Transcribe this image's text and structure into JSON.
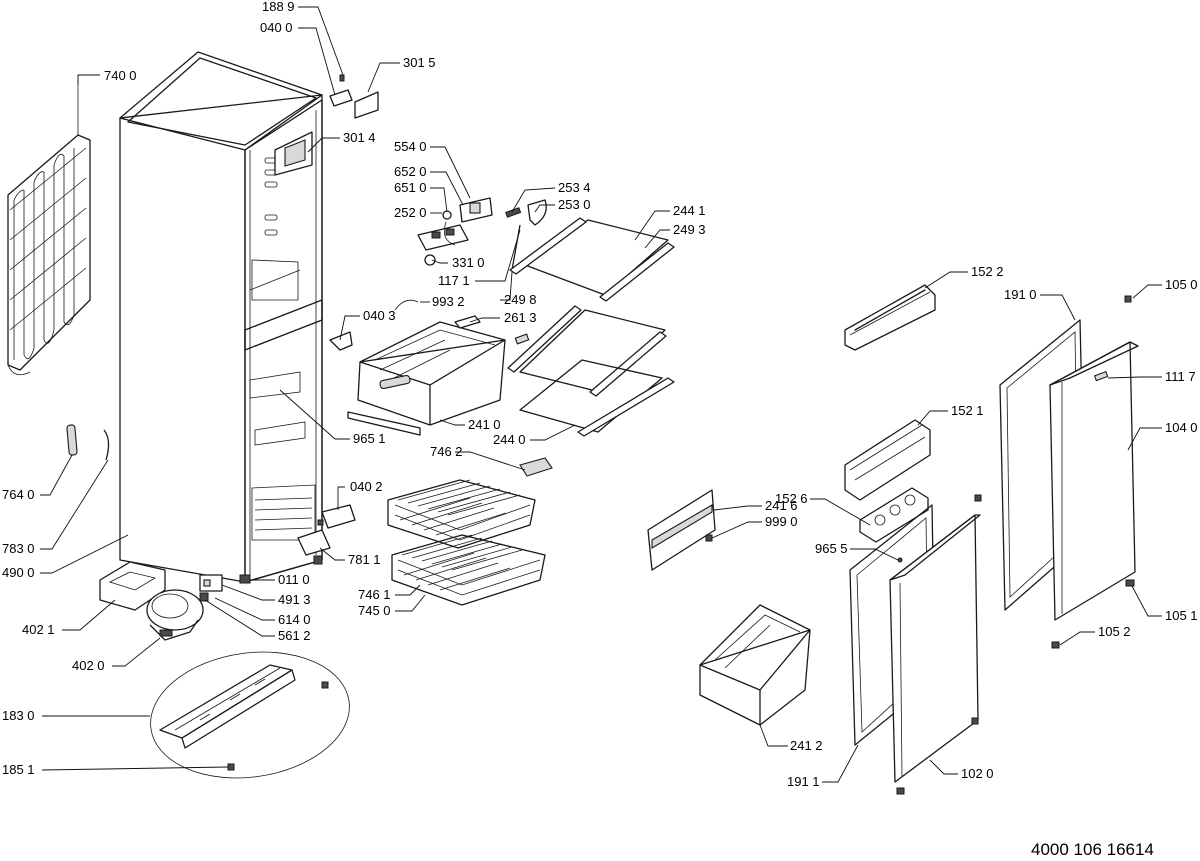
{
  "document_number": "4000 106 16614",
  "callouts": [
    {
      "id": "188-9",
      "label": "188 9"
    },
    {
      "id": "040-0",
      "label": "040 0"
    },
    {
      "id": "301-5",
      "label": "301 5"
    },
    {
      "id": "740-0",
      "label": "740 0"
    },
    {
      "id": "301-4",
      "label": "301 4"
    },
    {
      "id": "554-0",
      "label": "554 0"
    },
    {
      "id": "652-0",
      "label": "652 0"
    },
    {
      "id": "651-0",
      "label": "651 0"
    },
    {
      "id": "253-4",
      "label": "253 4"
    },
    {
      "id": "253-0",
      "label": "253 0"
    },
    {
      "id": "252-0",
      "label": "252 0"
    },
    {
      "id": "244-1",
      "label": "244 1"
    },
    {
      "id": "249-3",
      "label": "249 3"
    },
    {
      "id": "331-0",
      "label": "331 0"
    },
    {
      "id": "117-1",
      "label": "117 1"
    },
    {
      "id": "249-8",
      "label": "249 8"
    },
    {
      "id": "993-2",
      "label": "993 2"
    },
    {
      "id": "040-3",
      "label": "040 3"
    },
    {
      "id": "261-3",
      "label": "261 3"
    },
    {
      "id": "241-0",
      "label": "241 0"
    },
    {
      "id": "965-1",
      "label": "965 1"
    },
    {
      "id": "244-0",
      "label": "244 0"
    },
    {
      "id": "746-2",
      "label": "746 2"
    },
    {
      "id": "764-0",
      "label": "764 0"
    },
    {
      "id": "040-2",
      "label": "040 2"
    },
    {
      "id": "783-0",
      "label": "783 0"
    },
    {
      "id": "490-0",
      "label": "490 0"
    },
    {
      "id": "781-1",
      "label": "781 1"
    },
    {
      "id": "011-0",
      "label": "011 0"
    },
    {
      "id": "491-3",
      "label": "491 3"
    },
    {
      "id": "614-0",
      "label": "614 0"
    },
    {
      "id": "561-2",
      "label": "561 2"
    },
    {
      "id": "402-1",
      "label": "402 1"
    },
    {
      "id": "402-0",
      "label": "402 0"
    },
    {
      "id": "746-1",
      "label": "746 1"
    },
    {
      "id": "745-0",
      "label": "745 0"
    },
    {
      "id": "183-0",
      "label": "183 0"
    },
    {
      "id": "185-1",
      "label": "185 1"
    },
    {
      "id": "152-2",
      "label": "152 2"
    },
    {
      "id": "191-0",
      "label": "191 0"
    },
    {
      "id": "105-0",
      "label": "105 0"
    },
    {
      "id": "111-7",
      "label": "111 7"
    },
    {
      "id": "104-0",
      "label": "104 0"
    },
    {
      "id": "152-1",
      "label": "152 1"
    },
    {
      "id": "241-6",
      "label": "241 6"
    },
    {
      "id": "152-6",
      "label": "152 6"
    },
    {
      "id": "999-0",
      "label": "999 0"
    },
    {
      "id": "965-5",
      "label": "965 5"
    },
    {
      "id": "105-1",
      "label": "105 1"
    },
    {
      "id": "105-2",
      "label": "105 2"
    },
    {
      "id": "241-2",
      "label": "241 2"
    },
    {
      "id": "191-1",
      "label": "191 1"
    },
    {
      "id": "102-0",
      "label": "102 0"
    }
  ]
}
